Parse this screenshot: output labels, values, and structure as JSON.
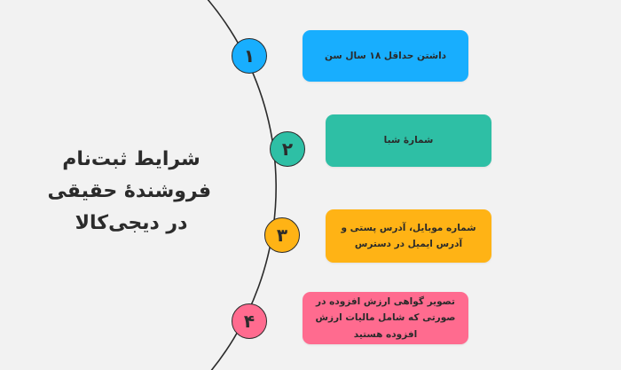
{
  "title": {
    "lines": [
      "شرایط ثبت‌نام",
      "فروشندهٔ حقیقی",
      "در دیجی‌کالا"
    ]
  },
  "steps": [
    {
      "number": "۱",
      "text": "داشتن حداقل ۱۸ سال سن",
      "color": "#18aefe"
    },
    {
      "number": "۲",
      "text": "شمارهٔ شبا",
      "color": "#2ebfa5"
    },
    {
      "number": "۳",
      "text": "شماره موبایل، آدرس پستی و آدرس ایمیل در دسترس",
      "color": "#ffb315"
    },
    {
      "number": "۴",
      "text": "تصویر گواهی ارزش افزوده در صورتی که شامل مالیات ارزش افزوده هستید",
      "color": "#ff6b8f"
    }
  ],
  "colors": {
    "background": "#f2f2f2",
    "line": "#2b2b2b"
  }
}
